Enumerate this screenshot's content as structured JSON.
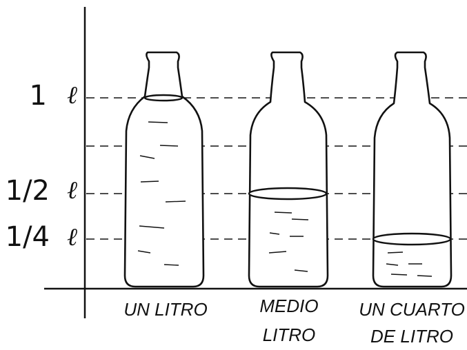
{
  "levels": [
    {
      "value": "1",
      "unit": "ℓ"
    },
    {
      "value": "1/2",
      "unit": "ℓ"
    },
    {
      "value": "1/4",
      "unit": "ℓ"
    }
  ],
  "bottles": [
    {
      "caption_line1": "UN LITRO",
      "caption_line2": "",
      "fill_fraction": 1.0
    },
    {
      "caption_line1": "MEDIO",
      "caption_line2": "LITRO",
      "fill_fraction": 0.5
    },
    {
      "caption_line1": "UN CUARTO",
      "caption_line2": "DE LITRO",
      "fill_fraction": 0.25
    }
  ]
}
